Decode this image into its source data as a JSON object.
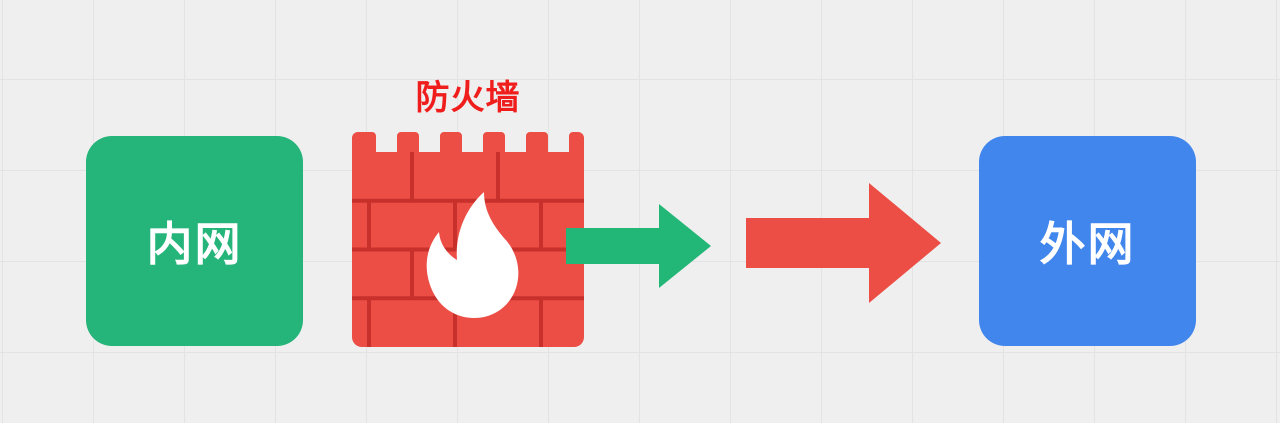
{
  "intranet": {
    "label": "内网",
    "color": "#25b47a"
  },
  "internet": {
    "label": "外网",
    "color": "#4186ec"
  },
  "firewall": {
    "title": "防火墙",
    "title_color": "#f01d1d",
    "brick_color": "#ec4d45",
    "mortar_color": "#c7302b",
    "icon": "flame-icon"
  },
  "arrows": [
    {
      "name": "green-arrow",
      "color": "#22b677"
    },
    {
      "name": "red-arrow",
      "color": "#ec4d45"
    }
  ]
}
